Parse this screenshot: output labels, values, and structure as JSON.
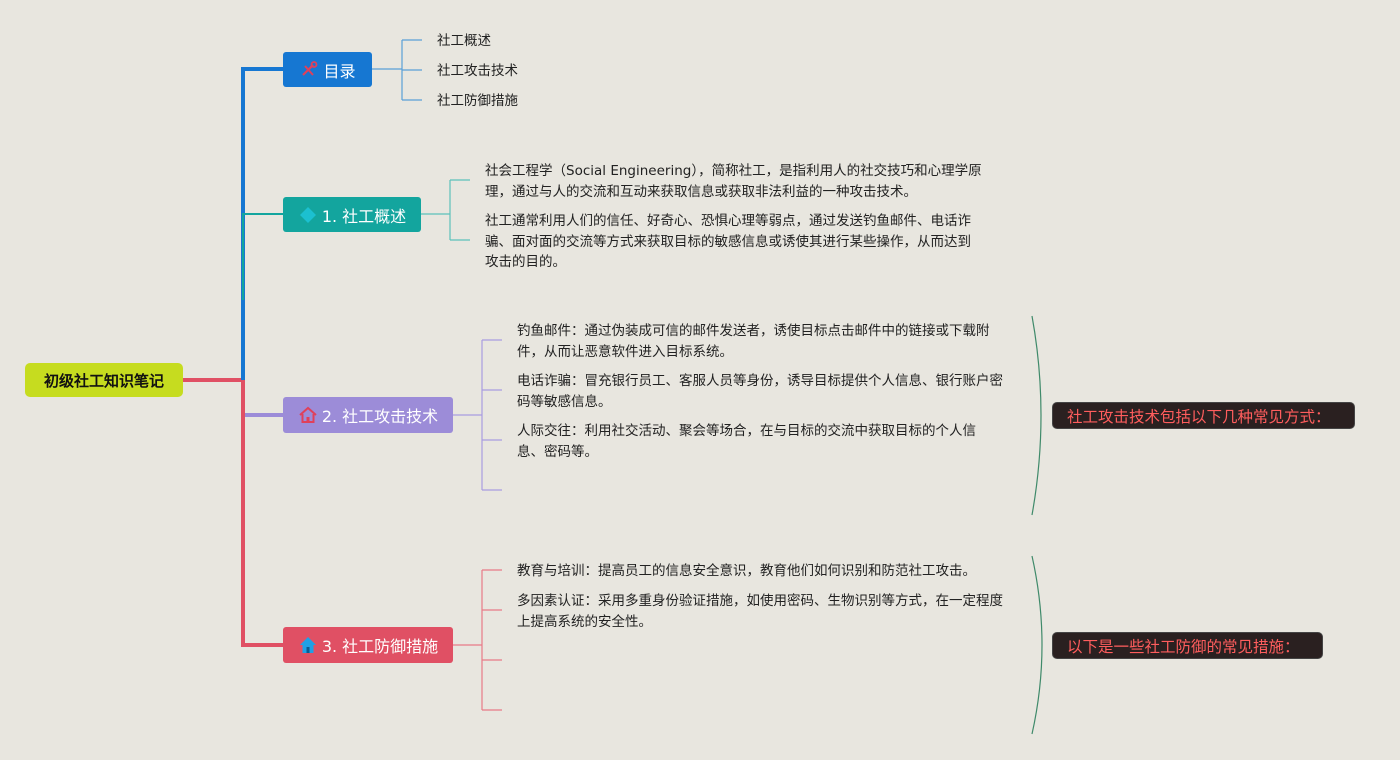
{
  "root": {
    "label": "初级社工知识笔记"
  },
  "branches": {
    "toc": {
      "label": "目录",
      "items": [
        "社工概述",
        "社工攻击技术",
        "社工防御措施"
      ]
    },
    "overview": {
      "label": "1. 社工概述",
      "paragraphs": [
        "社会工程学（Social Engineering），简称社工，是指利用人的社交技巧和心理学原理，通过与人的交流和互动来获取信息或获取非法利益的一种攻击技术。",
        "社工通常利用人们的信任、好奇心、恐惧心理等弱点，通过发送钓鱼邮件、电话诈骗、面对面的交流等方式来获取目标的敏感信息或诱使其进行某些操作，从而达到攻击的目的。"
      ]
    },
    "attack": {
      "label": "2. 社工攻击技术",
      "items": [
        "钓鱼邮件：通过伪装成可信的邮件发送者，诱使目标点击邮件中的链接或下载附件，从而让恶意软件进入目标系统。",
        "电话诈骗：冒充银行员工、客服人员等身份，诱导目标提供个人信息、银行账户密码等敏感信息。",
        "人际交往：利用社交活动、聚会等场合，在与目标的交流中获取目标的个人信息、密码等。"
      ],
      "summary": "社工攻击技术包括以下几种常见方式："
    },
    "defense": {
      "label": "3. 社工防御措施",
      "items": [
        "教育与培训：提高员工的信息安全意识，教育他们如何识别和防范社工攻击。",
        "多因素认证：采用多重身份验证措施，如使用密码、生物识别等方式，在一定程度上提高系统的安全性。"
      ],
      "summary": "以下是一些社工防御的常见措施："
    }
  },
  "colors": {
    "root": "#c6dc1f",
    "toc": "#1677d2",
    "overview": "#13a59e",
    "attack": "#9c8cd8",
    "defense": "#e05064",
    "summary_bg": "#2a2020",
    "summary_text": "#ff5d5d",
    "brace": "#3f8a6a"
  },
  "icons": {
    "toc": "tools-icon",
    "overview": "diamond-icon",
    "attack": "home-icon",
    "defense": "home-filled-icon"
  }
}
